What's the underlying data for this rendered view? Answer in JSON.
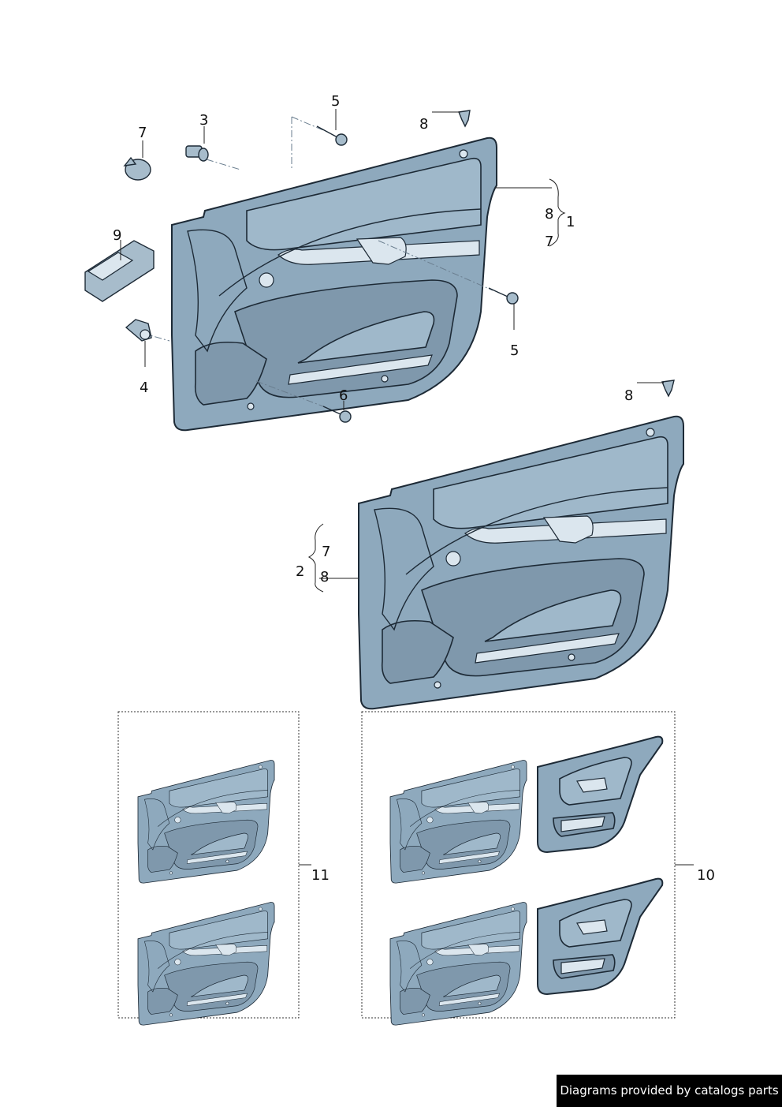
{
  "callouts": {
    "c1": "1",
    "c2": "2",
    "c3": "3",
    "c4": "4",
    "c5a": "5",
    "c5b": "5",
    "c6": "6",
    "c7a": "7",
    "c7b": "7",
    "c7c": "7",
    "c8a": "8",
    "c8b": "8",
    "c8c": "8",
    "c8d": "8",
    "c9": "9",
    "c10": "10",
    "c11": "11"
  },
  "credit": "Diagrams provided by catalogs parts",
  "colors": {
    "panel": "#8ea9bd",
    "outline": "#1d2a36",
    "highlight": "#dbe6ee"
  }
}
